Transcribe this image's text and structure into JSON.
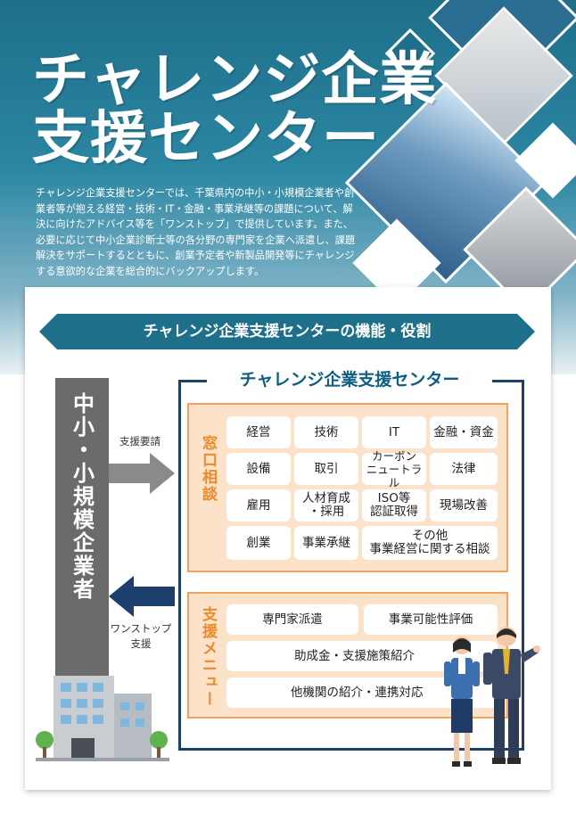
{
  "hero": {
    "title_line1": "チャレンジ企業",
    "title_line2": "支援センター",
    "intro": "チャレンジ企業支援センターでは、千葉県内の中小・小規模企業者や創業者等が抱える経営・技術・IT・金融・事業承継等の課題について、解決に向けたアドバイス等を「ワンストップ」で提供しています。また、必要に応じて中小企業診断士等の各分野の専門家を企業へ派遣し、課題解決をサポートするとともに、創業予定者や新製品開発等にチャレンジする意欲的な企業を総合的にバックアップします。"
  },
  "diagram": {
    "banner": "チャレンジ企業支援センターの機能・役割",
    "sme_label": "中小・小規模企業者",
    "arrow_request": "支援要請",
    "arrow_onestop": "ワンストップ\n支援",
    "center_title": "チャレンジ企業支援センター",
    "consult": {
      "label": "窓口相談",
      "cells": [
        "経営",
        "技術",
        "IT",
        "金融・資金",
        "設備",
        "取引",
        "カーボン\nニュートラル",
        "法律",
        "雇用",
        "人材育成\n・採用",
        "ISO等\n認証取得",
        "現場改善",
        "創業",
        "事業承継",
        "その他\n事業経営に関する相談"
      ]
    },
    "menu": {
      "label": "支援メニュー",
      "cells": [
        "専門家派遣",
        "事業可能性評価",
        "助成金・支援施策紹介",
        "他機関の紹介・連携対応"
      ]
    }
  },
  "colors": {
    "teal": "#1e6f8a",
    "navy": "#1d3f6e",
    "orange": "#ef8a2a",
    "peach": "#fbe2c8",
    "gray": "#6b6b6b"
  }
}
